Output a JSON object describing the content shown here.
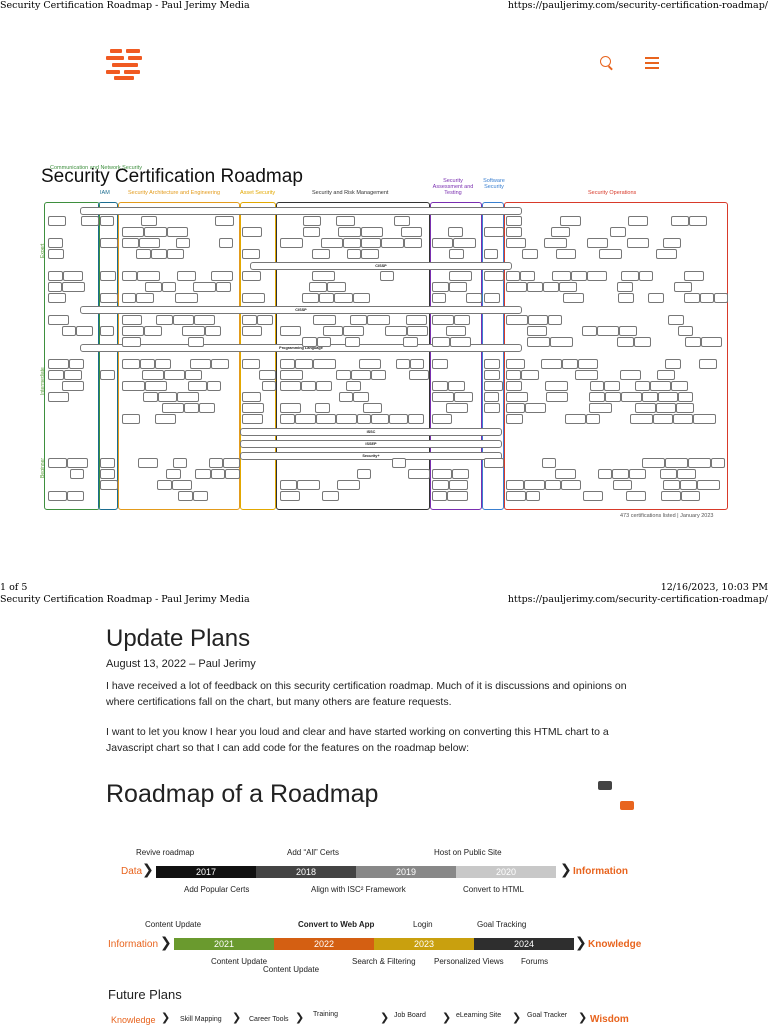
{
  "print_header": {
    "title": "Security Certification Roadmap - Paul Jerimy Media",
    "url": "https://pauljerimy.com/security-certification-roadmap/"
  },
  "print_footer": {
    "page": "1 of 5",
    "datetime": "12/16/2023, 10:03 PM"
  },
  "site": {
    "logo": "orange-brick-logo",
    "search_icon": "search-icon",
    "menu_icon": "hamburger-menu-icon",
    "accent": "#e8641e"
  },
  "roadmap_chart": {
    "title": "Security Certification Roadmap",
    "domains": [
      {
        "name": "Communication and Network Security",
        "color": "#3e8f3e"
      },
      {
        "name": "IAM",
        "color": "#1b6d8f"
      },
      {
        "name": "Security Architecture and Engineering",
        "color": "#e39b1b"
      },
      {
        "name": "Asset Security",
        "color": "#e2a800"
      },
      {
        "name": "Security and Risk Management",
        "color": "#333333"
      },
      {
        "name": "Security Assessment and Testing",
        "color": "#7a2fb0"
      },
      {
        "name": "Software Security",
        "color": "#3a7fd0"
      },
      {
        "name": "Security Operations",
        "color": "#d83a2a"
      }
    ],
    "levels": [
      "Expert",
      "Intermediate",
      "Beginner"
    ],
    "bands": [
      "CISSP",
      "CISSP",
      "Programming Language",
      "ISSEP",
      "Security+",
      "ISSC"
    ],
    "footnote": "473 certifications listed | January 2023"
  },
  "article": {
    "heading": "Update Plans",
    "dateline": "August 13, 2022 – Paul Jerimy",
    "paragraphs": [
      "I have received a lot of feedback on this security certification roadmap. Much of it is discussions and opinions on where certifications fall on the chart, but many others are feature requests.",
      "I want to let you know I hear you loud and clear and have started working on converting this HTML chart to a Javascript chart so that I can add code for the features on the roadmap below:"
    ]
  },
  "roadmap_of_roadmap": {
    "title": "Roadmap of a Roadmap",
    "row1": {
      "start": "Data",
      "end": "Information",
      "years": [
        "2017",
        "2018",
        "2019",
        "2020"
      ],
      "colors": [
        "#111111",
        "#444444",
        "#888888",
        "#c8c8c8"
      ],
      "above": [
        "Revive roadmap",
        "Add “All” Certs",
        "Host on Public Site"
      ],
      "below": [
        "Add Popular Certs",
        "Align with ISC² Framework",
        "Convert to HTML"
      ]
    },
    "row2": {
      "start": "Information",
      "end": "Knowledge",
      "years": [
        "2021",
        "2022",
        "2023",
        "2024"
      ],
      "colors": [
        "#6a9a2e",
        "#d45f12",
        "#c9a00e",
        "#2e2e2e"
      ],
      "above": [
        "Content Update",
        "Convert to Web App",
        "Login",
        "Goal Tracking"
      ],
      "below": [
        "Content Update",
        "Content Update",
        "Search & Filtering",
        "Personalized Views",
        "Forums"
      ]
    },
    "future_heading": "Future Plans",
    "row3": {
      "start": "Knowledge",
      "end": "Wisdom",
      "items": [
        "Skill Mapping",
        "Career Tools",
        "Training",
        "Job Board",
        "eLearning Site",
        "Goal Tracker"
      ]
    }
  }
}
